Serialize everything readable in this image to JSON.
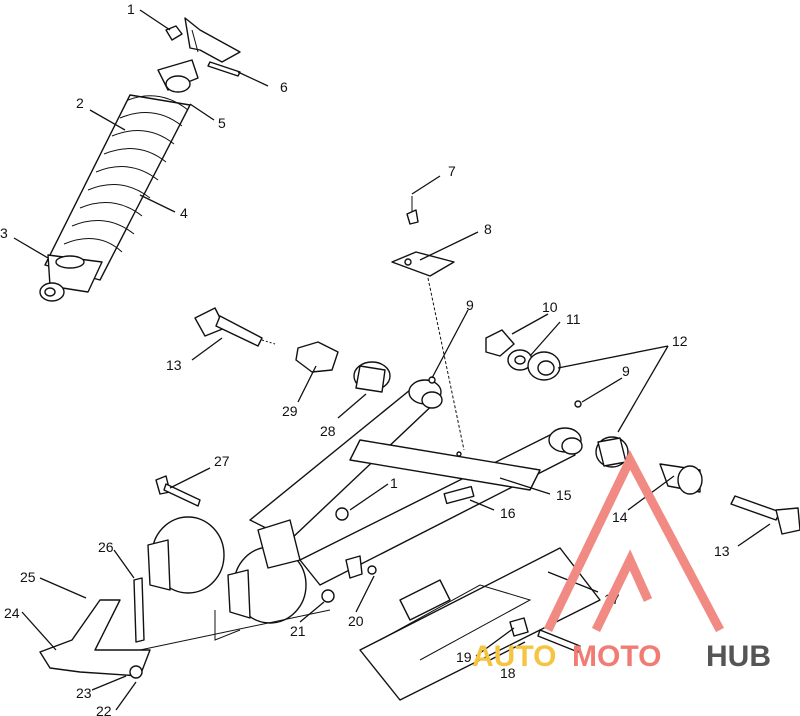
{
  "diagram": {
    "callouts": {
      "c1a": "1",
      "c2": "2",
      "c3": "3",
      "c4": "4",
      "c5": "5",
      "c6": "6",
      "c7": "7",
      "c8": "8",
      "c9a": "9",
      "c9b": "9",
      "c10": "10",
      "c11": "11",
      "c12": "12",
      "c13a": "13",
      "c13b": "13",
      "c14": "14",
      "c15": "15",
      "c16": "16",
      "c17": "17",
      "c18": "18",
      "c19": "19",
      "c20": "20",
      "c21": "21",
      "c22": "22",
      "c23": "23",
      "c24": "24",
      "c25": "25",
      "c26": "26",
      "c27": "27",
      "c28": "28",
      "c29": "29",
      "c1b": "1"
    }
  },
  "watermark": {
    "word_auto": "AUTO",
    "word_moto": "MOTO",
    "word_hub": "HUB",
    "colors": {
      "accent": "#f08a82",
      "auto": "#f5c542",
      "moto": "#f07c74",
      "hub": "#555555"
    }
  }
}
